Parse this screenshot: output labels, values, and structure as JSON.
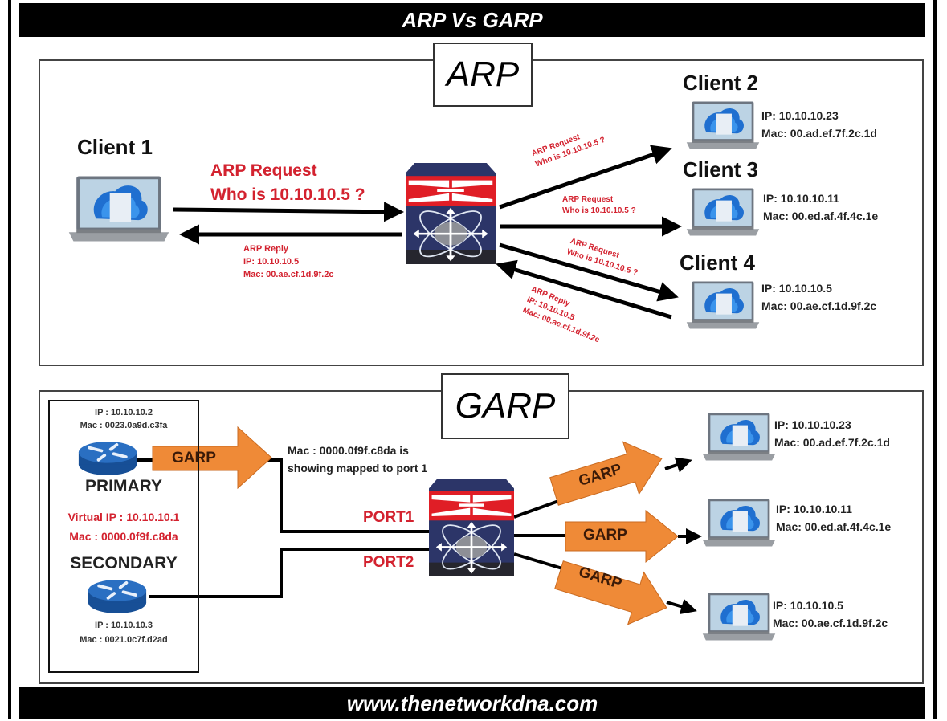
{
  "title": "ARP Vs GARP",
  "footer": "www.thenetworkdna.com",
  "colors": {
    "accent_red": "#d3222f",
    "garp_orange": "#ef8a37",
    "router_blue": "#1f5fae",
    "switch_navy": "#2c3568"
  },
  "arp": {
    "label": "ARP",
    "client1": {
      "name": "Client 1"
    },
    "request_main": {
      "line1": "ARP Request",
      "line2": "Who is 10.10.10.5 ?"
    },
    "reply_main": {
      "line1": "ARP Reply",
      "line2": "IP: 10.10.10.5",
      "line3": "Mac: 00.ae.cf.1d.9f.2c"
    },
    "request_c2": {
      "line1": "ARP Request",
      "line2": "Who is 10.10.10.5 ?"
    },
    "request_c3": {
      "line1": "ARP Request",
      "line2": "Who is 10.10.10.5 ?"
    },
    "request_c4": {
      "line1": "ARP Request",
      "line2": "Who is 10.10.10.5 ?"
    },
    "reply_c4": {
      "line1": "ARP Reply",
      "line2": "IP: 10.10.10.5",
      "line3": "Mac: 00.ae.cf.1d.9f.2c"
    },
    "clients": [
      {
        "name": "Client 2",
        "ip": "IP: 10.10.10.23",
        "mac": "Mac: 00.ad.ef.7f.2c.1d"
      },
      {
        "name": "Client 3",
        "ip": "IP: 10.10.10.11",
        "mac": "Mac: 00.ed.af.4f.4c.1e"
      },
      {
        "name": "Client 4",
        "ip": "IP: 10.10.10.5",
        "mac": "Mac: 00.ae.cf.1d.9f.2c"
      }
    ]
  },
  "garp": {
    "label": "GARP",
    "primary": {
      "ip": "IP : 10.10.10.2",
      "mac": "Mac : 0023.0a9d.c3fa",
      "name": "PRIMARY"
    },
    "virtual": {
      "ip": "Virtual IP : 10.10.10.1",
      "mac": "Mac : 0000.0f9f.c8da"
    },
    "secondary": {
      "name": "SECONDARY",
      "ip": "IP : 10.10.10.3",
      "mac": "Mac : 0021.0c7f.d2ad"
    },
    "arrow_label": "GARP",
    "mapping_note": {
      "line1": "Mac : 0000.0f9f.c8da is",
      "line2": "showing mapped to port 1"
    },
    "port1": "PORT1",
    "port2": "PORT2",
    "out_arrows": [
      "GARP",
      "GARP",
      "GARP"
    ],
    "hosts": [
      {
        "ip": "IP: 10.10.10.23",
        "mac": "Mac: 00.ad.ef.7f.2c.1d"
      },
      {
        "ip": "IP: 10.10.10.11",
        "mac": "Mac: 00.ed.af.4f.4c.1e"
      },
      {
        "ip": "IP: 10.10.10.5",
        "mac": "Mac: 00.ae.cf.1d.9f.2c"
      }
    ]
  }
}
